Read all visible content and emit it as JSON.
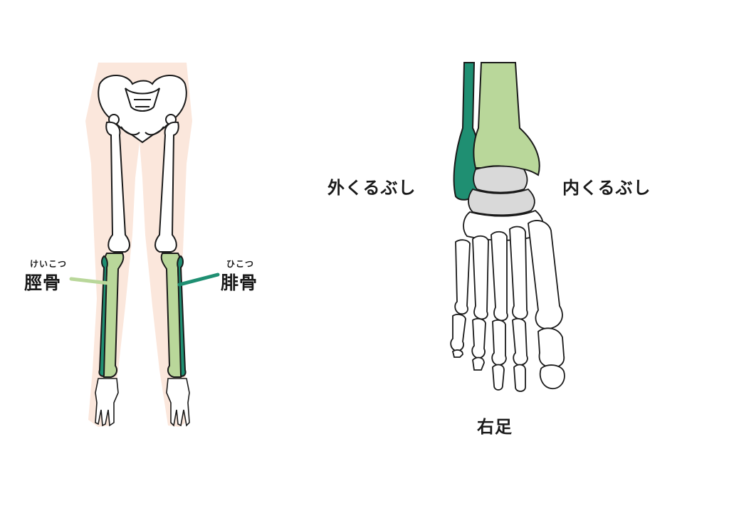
{
  "labels": {
    "tibia_ruby": "けいこつ",
    "tibia": "脛骨",
    "fibula_ruby": "ひこつ",
    "fibula": "腓骨",
    "lateral_malleolus": "外くるぶし",
    "medial_malleolus": "内くるぶし",
    "right_foot": "右足"
  },
  "colors": {
    "tibia": "#b9d79a",
    "fibula": "#1f8f72",
    "skin": "#fbe7dc",
    "bone": "#ffffff",
    "tarsal_gray": "#d9d9d9",
    "outline": "#1a1a1a"
  }
}
